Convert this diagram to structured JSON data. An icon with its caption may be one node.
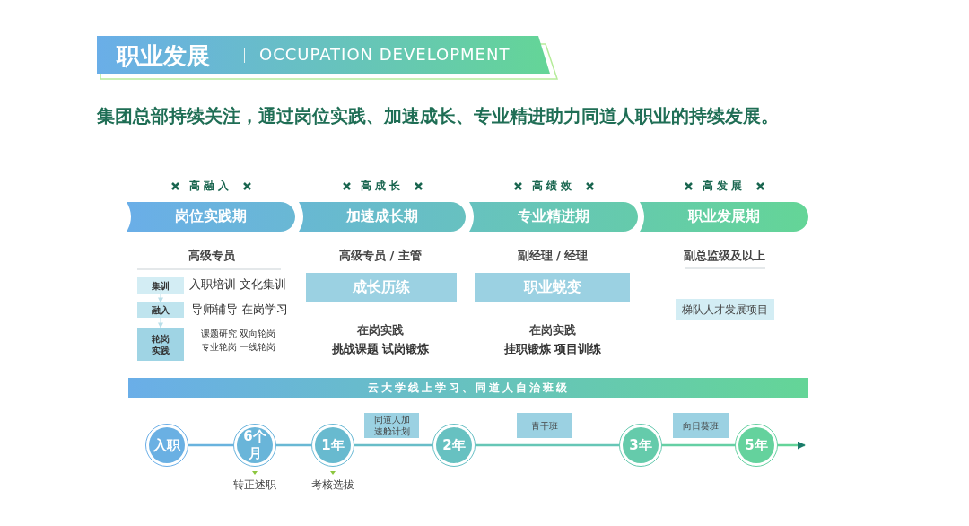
{
  "diagram": {
    "title": "职业发展",
    "nodes": [
      {
        "text": [
          "岗位实践期"
        ],
        "beside": [
          "高融入"
        ]
      },
      {
        "text": [
          "加速成长期"
        ],
        "beside": [
          "高成长"
        ]
      },
      {
        "text": [
          "专业精进期"
        ],
        "beside": [
          "高绩效"
        ]
      },
      {
        "text": [
          "职业发展期"
        ],
        "beside": [
          "高发展"
        ]
      },
      {
        "text": [
          "集训"
        ]
      },
      {
        "text": [
          "融入"
        ]
      },
      {
        "text": [
          "轮岗实践"
        ]
      },
      {
        "text": [
          "成长历练"
        ]
      },
      {
        "text": [
          "职业蜕变"
        ]
      },
      {
        "text": [
          "梯队人才发展项目"
        ]
      },
      {
        "text": [
          "云大学线上学习、同道人自治班级"
        ]
      },
      {
        "text": [
          "入职"
        ]
      },
      {
        "text": [
          "6个月"
        ],
        "beside": [
          "转正述职"
        ]
      },
      {
        "text": [
          "1年"
        ],
        "beside": [
          "考核选拔"
        ]
      },
      {
        "text": [
          "2年"
        ]
      },
      {
        "text": [
          "3年"
        ]
      },
      {
        "text": [
          "5年"
        ]
      },
      {
        "text": [
          "同道人加速舱计划"
        ]
      },
      {
        "text": [
          "青干班"
        ]
      },
      {
        "text": [
          "向日葵班"
        ]
      }
    ],
    "edges": [
      {
        "from": 4,
        "to": 5,
        "arrow": "to"
      },
      {
        "from": 5,
        "to": 6,
        "arrow": "to"
      },
      {
        "from": 11,
        "to": 12,
        "arrow": "none"
      },
      {
        "from": 12,
        "to": 13,
        "arrow": "none"
      },
      {
        "from": 13,
        "to": 14,
        "arrow": "none"
      },
      {
        "from": 14,
        "to": 15,
        "arrow": "none"
      },
      {
        "from": 15,
        "to": 16,
        "arrow": "none"
      },
      {
        "from": 16,
        "to": null,
        "arrow": "to"
      }
    ],
    "labels": [
      "OCCUPATION DEVELOPMENT",
      "集团总部持续关注，通过岗位实践、加速成长、专业精进助力同道人职业的持续发展。",
      "高级专员",
      "入职培训 文化集训",
      "导师辅导 在岗学习",
      "课题研究 双向轮岗",
      "专业轮岗 一线轮岗",
      "高级专员 / 主管",
      "在岗实践",
      "挑战课题 试岗锻炼",
      "副经理 / 经理",
      "在岗实践",
      "挂职锻炼 项目训练",
      "副总监级及以上"
    ]
  }
}
